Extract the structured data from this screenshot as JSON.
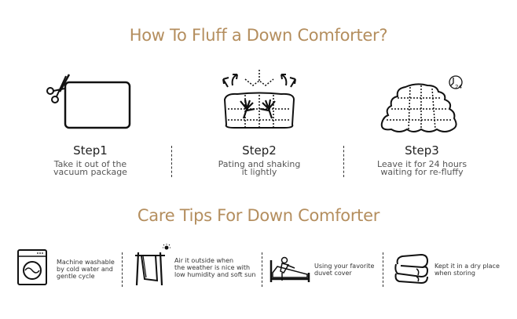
{
  "headings": {
    "fluff_title": "How To Fluff a Down Comforter?",
    "care_title": "Care Tips For Down Comforter"
  },
  "colors": {
    "accent": "#b48e5e",
    "text": "#222222",
    "muted": "#555555"
  },
  "steps": [
    {
      "label": "Step1",
      "line1": "Take it out of the",
      "line2": "vacuum package",
      "icon": "scissors-package-icon"
    },
    {
      "label": "Step2",
      "line1": "Pating and shaking",
      "line2": "it lightly",
      "icon": "hands-shaking-comforter-icon"
    },
    {
      "label": "Step3",
      "line1": "Leave it for 24 hours",
      "line2": "waiting for re-fluffy",
      "icon": "fluffy-comforter-clock-icon",
      "clock_text": "24"
    }
  ],
  "tips": [
    {
      "lines": [
        "Machine washable",
        "by cold water and",
        "gentle cycle"
      ],
      "icon": "washing-machine-icon"
    },
    {
      "lines": [
        "Air it outside when",
        "the weather is nice with",
        "low humidity and soft sun"
      ],
      "icon": "clothesline-sun-icon"
    },
    {
      "lines": [
        "Using your favorite",
        "duvet cover"
      ],
      "icon": "bed-duvet-cover-icon"
    },
    {
      "lines": [
        "Kept it in a dry place",
        "when storing"
      ],
      "icon": "folded-comforter-icon"
    }
  ]
}
